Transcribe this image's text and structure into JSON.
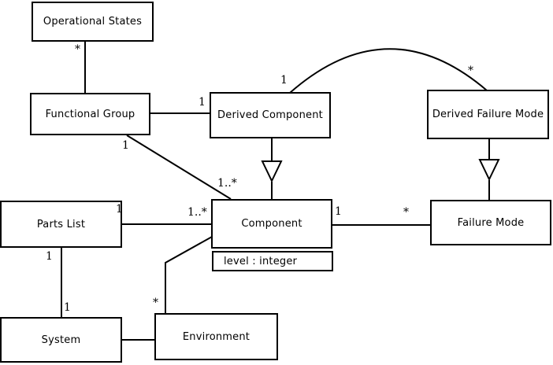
{
  "diagram": {
    "kind": "uml-class-diagram",
    "background_color": "#ffffff",
    "line_color": "#000000",
    "text_color": "#000000"
  },
  "classes": {
    "operational_states": {
      "label": "Operational States"
    },
    "functional_group": {
      "label": "Functional Group"
    },
    "derived_component": {
      "label": "Derived Component"
    },
    "derived_failure_mode": {
      "label": "Derived Failure Mode"
    },
    "parts_list": {
      "label": "Parts List"
    },
    "component": {
      "label": "Component",
      "attributes": [
        "level : integer"
      ]
    },
    "failure_mode": {
      "label": "Failure Mode"
    },
    "system": {
      "label": "System"
    },
    "environment": {
      "label": "Environment"
    }
  },
  "relationships": [
    {
      "from": "Operational States",
      "to": "Functional Group",
      "type": "association",
      "from_mult": "*"
    },
    {
      "from": "Functional Group",
      "to": "Derived Component",
      "type": "association",
      "from_mult": "1"
    },
    {
      "from": "Derived Component",
      "to": "Derived Failure Mode",
      "type": "association",
      "shape": "arc",
      "from_mult": "1",
      "to_mult": "*"
    },
    {
      "from": "Functional Group",
      "to": "Component",
      "type": "association",
      "from_mult": "1",
      "to_mult": "1..*"
    },
    {
      "from": "Derived Component",
      "to": "Component",
      "type": "generalization"
    },
    {
      "from": "Derived Failure Mode",
      "to": "Failure Mode",
      "type": "generalization"
    },
    {
      "from": "Parts List",
      "to": "Component",
      "type": "association",
      "from_mult": "1",
      "to_mult": "1..*"
    },
    {
      "from": "Component",
      "to": "Failure Mode",
      "type": "association",
      "from_mult": "1",
      "to_mult": "*"
    },
    {
      "from": "Parts List",
      "to": "System",
      "type": "association",
      "from_mult": "1",
      "to_mult": "1"
    },
    {
      "from": "Component",
      "to": "Environment",
      "type": "association",
      "to_mult": "*"
    },
    {
      "from": "System",
      "to": "Environment",
      "type": "association"
    }
  ]
}
